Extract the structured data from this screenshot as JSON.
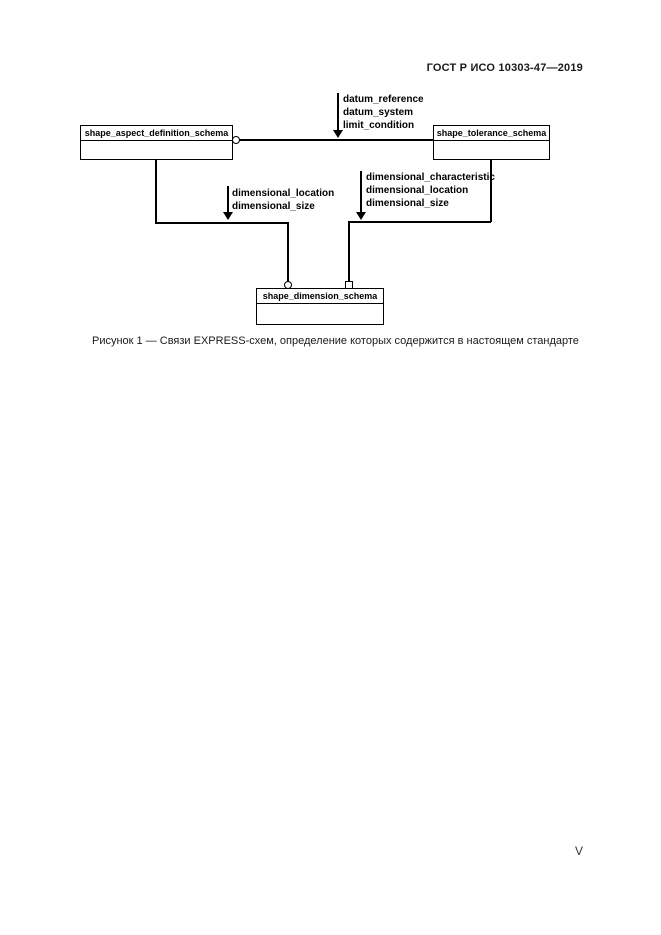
{
  "page": {
    "header": "ГОСТ Р ИСО 10303-47—2019",
    "caption": "Рисунок 1 — Связи EXPRESS-схем, определение которых содержится в настоящем стандарте",
    "page_number": "V"
  },
  "diagram": {
    "boxes": [
      {
        "label": "shape_aspect_definition_schema"
      },
      {
        "label": "shape_tolerance_schema"
      },
      {
        "label": "shape_dimension_schema"
      }
    ],
    "edges": {
      "top_labels": [
        "datum_reference",
        "datum_system",
        "limit_condition"
      ],
      "left_labels": [
        "dimensional_location",
        "dimensional_size"
      ],
      "right_labels": [
        "dimensional_characteristic",
        "dimensional_location",
        "dimensional_size"
      ]
    }
  }
}
